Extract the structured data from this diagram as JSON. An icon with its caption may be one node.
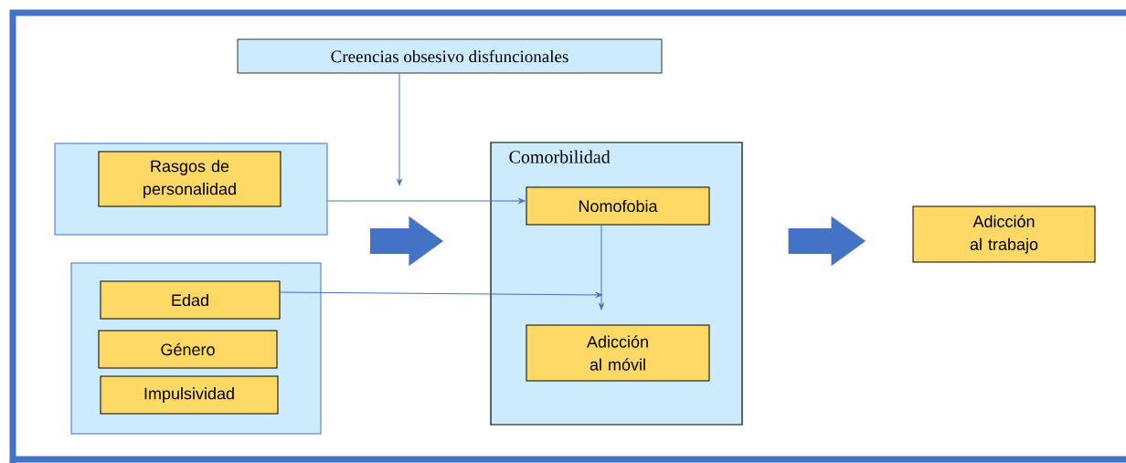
{
  "diagram": {
    "nodes": [
      {
        "text": [
          "Creencias obsesivo disfuncionales"
        ]
      },
      {
        "text": [],
        "shape": "box"
      },
      {
        "text": [
          "Rasgos de personalidad"
        ],
        "in": 1
      },
      {
        "text": [],
        "shape": "box"
      },
      {
        "text": [
          "Edad"
        ],
        "in": 3
      },
      {
        "text": [
          "Género"
        ],
        "in": 3
      },
      {
        "text": [
          "Impulsividad"
        ],
        "in": 3
      },
      {
        "text": [
          "Comorbilidad"
        ]
      },
      {
        "text": [
          "Nomofobia"
        ],
        "in": 7
      },
      {
        "text": [
          "Adicción al móvil"
        ],
        "in": 7
      },
      {
        "text": [
          "Adicción al trabajo"
        ]
      }
    ],
    "edges": [
      {
        "from": 0,
        "to": null,
        "arrow": "to"
      },
      {
        "from": 1,
        "to": 8,
        "arrow": "to"
      },
      {
        "from": 8,
        "to": null,
        "arrow": "to"
      },
      {
        "from": 4,
        "to": null,
        "arrow": "to"
      },
      {
        "from": 1,
        "to": 7,
        "arrow": "to",
        "style": "thick"
      },
      {
        "from": 3,
        "to": 7,
        "arrow": "to",
        "style": "thick"
      },
      {
        "from": 7,
        "to": 10,
        "arrow": "to",
        "style": "thick"
      }
    ]
  }
}
